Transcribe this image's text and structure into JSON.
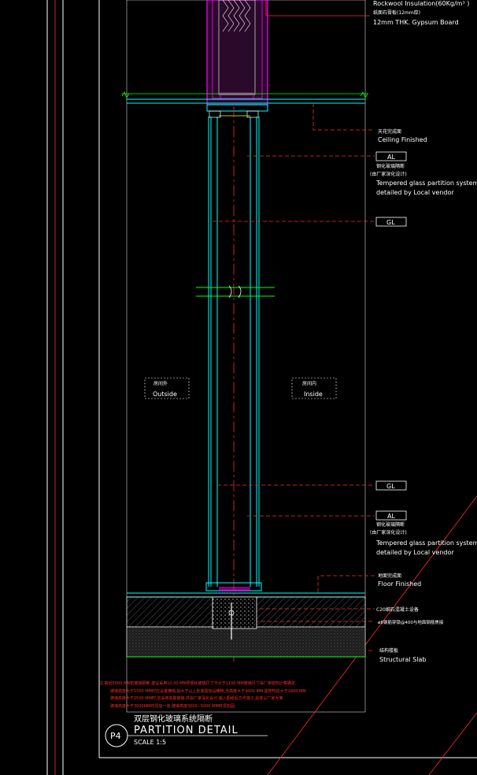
{
  "labels": {
    "insulation": "Rockwool Insulation(60Kg/m³ )",
    "gypsum_cn": "纸面石膏板(12mm厚)",
    "gypsum_en": "12mm THK. Gypsum Board",
    "ceiling_cn": "天花完成面",
    "ceiling_en": "Ceiling Finished",
    "floor_cn": "地面完成面",
    "floor_en": "Floor Finished",
    "glass_cn_1": "钢化玻璃隔断",
    "glass_cn_2": "(由厂家深化设计)",
    "glass_en_1": "Tempered glass partition system",
    "glass_en_2": "detailed by Local vendor",
    "c20": "C20细石混凝土设备",
    "rebar": "ø8钢筋穿锁@400与地面钢筋焦接",
    "slab_cn": "结构楼板",
    "slab_en": "Structural Slab",
    "outside_cn": "房间外",
    "outside_en": "Outside",
    "inside_cn": "房间内",
    "inside_en": "Inside"
  },
  "tags": {
    "al": "AL",
    "gl": "GL"
  },
  "notes": [
    "注:高低5000 MM的玻璃隔断,建议采用10.00 MM厚钢化玻璃尺寸不大于1100 MM玻璃尺寸由厂家结构计算确定。",
    "玻璃高度大于1500 MM时应设置横档,如大于以上标准需加设横档,当高度大于3000 MM 需按构造大于1800 MM",
    "玻璃高度大于2500 MM时,应采用夹胶玻璃,并由厂家深化设计,输入图纸后方可施工,具体以厂家为准",
    "玻璃高度大于3000MM时须加一道,玻璃高度3000~5000 MM时须加固。"
  ],
  "title": {
    "number": "P4",
    "cn": "双层钢化玻璃系统隔断",
    "en": "PARTITION DETAIL",
    "scale": "SCALE  1:5"
  },
  "colors": {
    "background": "#000000",
    "cyan": "#00ffff",
    "red": "#ff2a2a",
    "green": "#00ff00",
    "magenta": "#ff00ff",
    "white": "#ffffff"
  }
}
